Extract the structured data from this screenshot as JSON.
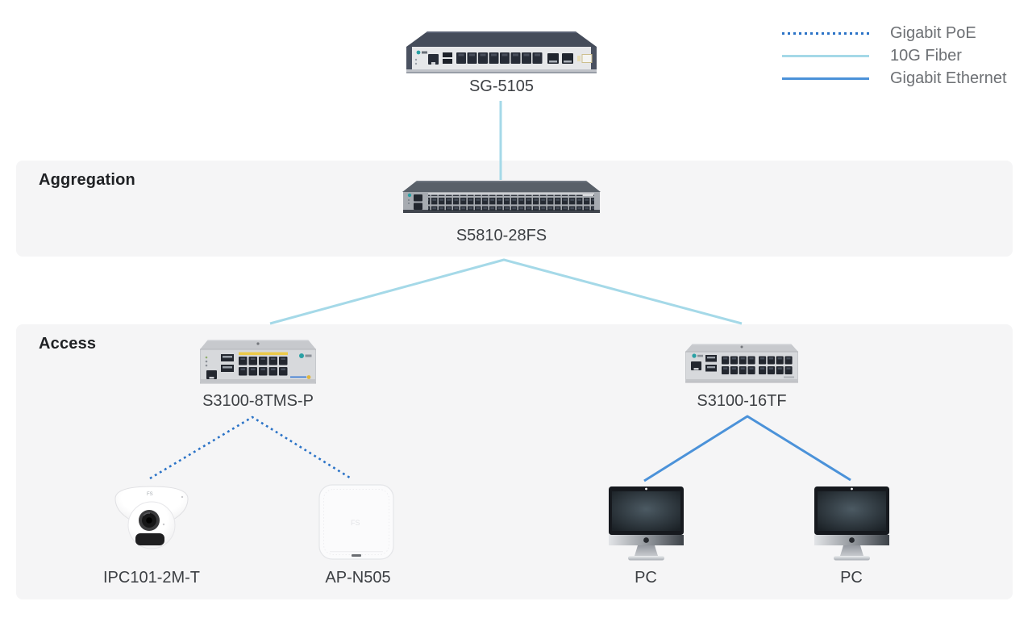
{
  "legend": {
    "items": [
      {
        "id": "gigabit-poe",
        "label": "Gigabit PoE",
        "line_style": "dotted",
        "color": "#2b73c7"
      },
      {
        "id": "10g-fiber",
        "label": "10G Fiber",
        "line_style": "solid",
        "color": "#a5d9e8"
      },
      {
        "id": "gigabit-ethernet",
        "label": "Gigabit Ethernet",
        "line_style": "solid",
        "color": "#4b92d9"
      }
    ]
  },
  "zones": {
    "aggregation": {
      "label": "Aggregation"
    },
    "access": {
      "label": "Access"
    }
  },
  "devices": {
    "gateway": {
      "label": "SG-5105",
      "type": "gateway"
    },
    "aggregation_switch": {
      "label": "S5810-28FS",
      "type": "aggregation-switch"
    },
    "access_switch_poe": {
      "label": "S3100-8TMS-P",
      "type": "poe-access-switch"
    },
    "access_switch_16tf": {
      "label": "S3100-16TF",
      "type": "access-switch"
    },
    "camera": {
      "label": "IPC101-2M-T",
      "type": "ip-camera"
    },
    "access_point": {
      "label": "AP-N505",
      "type": "wireless-access-point"
    },
    "pc_left": {
      "label": "PC",
      "type": "desktop-computer"
    },
    "pc_right": {
      "label": "PC",
      "type": "desktop-computer"
    }
  },
  "connections": [
    {
      "from": "SG-5105",
      "to": "S5810-28FS",
      "type": "10G Fiber"
    },
    {
      "from": "S5810-28FS",
      "to": "S3100-8TMS-P",
      "type": "10G Fiber"
    },
    {
      "from": "S5810-28FS",
      "to": "S3100-16TF",
      "type": "10G Fiber"
    },
    {
      "from": "S3100-8TMS-P",
      "to": "IPC101-2M-T",
      "type": "Gigabit PoE"
    },
    {
      "from": "S3100-8TMS-P",
      "to": "AP-N505",
      "type": "Gigabit PoE"
    },
    {
      "from": "S3100-16TF",
      "to": "PC (left)",
      "type": "Gigabit Ethernet"
    },
    {
      "from": "S3100-16TF",
      "to": "PC (right)",
      "type": "Gigabit Ethernet"
    }
  ]
}
